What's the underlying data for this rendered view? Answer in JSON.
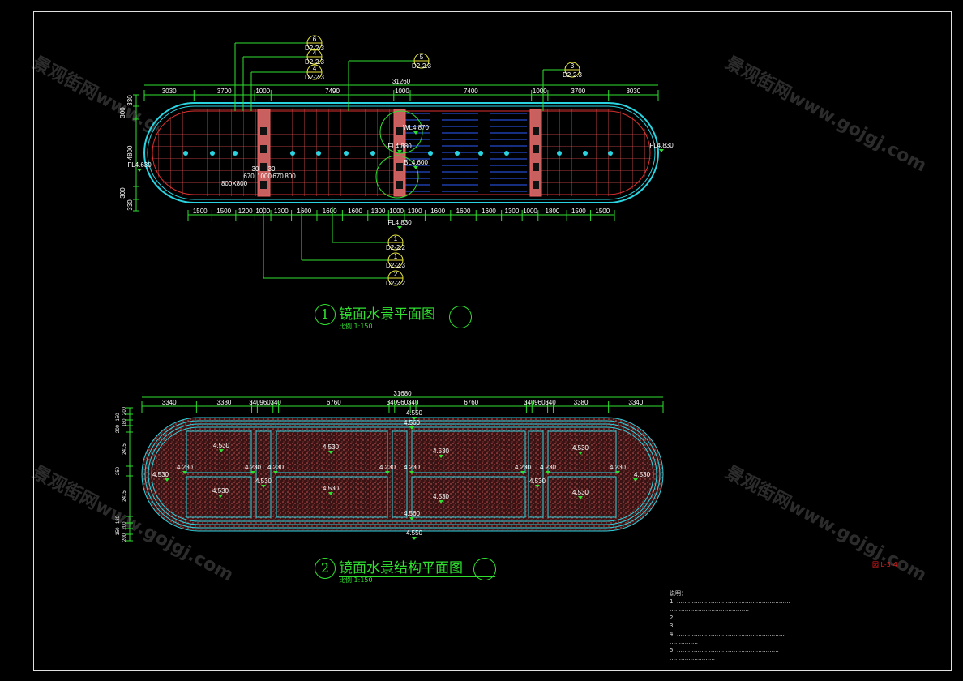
{
  "plan1": {
    "title": "镜面水景平面图",
    "number": "1",
    "scale": "比例 1:150",
    "overall": "31260",
    "top_dims": [
      3030,
      3700,
      1000,
      7490,
      1000,
      7400,
      1000,
      3700,
      3030
    ],
    "bottom_dims": [
      1500,
      1500,
      1200,
      1000,
      1300,
      1600,
      1600,
      1600,
      1300,
      1000,
      1300,
      1600,
      1600,
      1600,
      1300,
      1000,
      1800,
      1500,
      1500
    ],
    "left_dims": [
      "330",
      "300",
      "4800",
      "300",
      "330"
    ],
    "levels": [
      "FL4.630",
      "FL4.830",
      "WL4.870",
      "FL4.880",
      "BL4.600",
      "FL4.830"
    ],
    "small_dims": [
      "30",
      "30",
      "670",
      "1000",
      "670",
      "800",
      "800X800"
    ],
    "callouts": [
      {
        "n": "6",
        "ref": "D2-2.3"
      },
      {
        "n": "4",
        "ref": "D2-2.3"
      },
      {
        "n": "4",
        "ref": "D2-2.3"
      },
      {
        "n": "5",
        "ref": "D2-2.3"
      },
      {
        "n": "3",
        "ref": "D2-2.3"
      },
      {
        "n": "1",
        "ref": "D2-2.2"
      },
      {
        "n": "1",
        "ref": "D2-2.3"
      },
      {
        "n": "2",
        "ref": "D2-2.2"
      }
    ]
  },
  "plan2": {
    "title": "镜面水景结构平面图",
    "number": "2",
    "scale": "比例 1:150",
    "overall": "31680",
    "top_dims": [
      3340,
      3380,
      340,
      960,
      340,
      6760,
      340,
      960,
      340,
      6760,
      340,
      960,
      340,
      3380,
      3340
    ],
    "left_dims": [
      "200",
      "150",
      "180",
      "200",
      "2415",
      "250",
      "2415",
      "180",
      "200",
      "150",
      "200"
    ],
    "levels": {
      "top": "4.550",
      "top_inner": "4.560",
      "bottom_inner": "4.560",
      "bottom": "4.550",
      "cells": "4.530",
      "beams": "4.230",
      "ends": "4.530"
    }
  },
  "notes": {
    "heading": "说明：",
    "lines": [
      "1. ……………………………………………………",
      "……………………………………",
      "2. ………",
      "3. ………………………………………………",
      "4. …………………………………………………",
      "……………",
      "5. ………………………………………………",
      "……………………"
    ]
  },
  "sheet_id": "园 L-3-4",
  "watermark": "景观街网www.gojgj.com",
  "colors": {
    "bg": "#000000",
    "dim": "#2fe02f",
    "outline": "#29d3e0",
    "paving": "#e03030",
    "water": "#2a5cff",
    "pier": "#c86060"
  }
}
